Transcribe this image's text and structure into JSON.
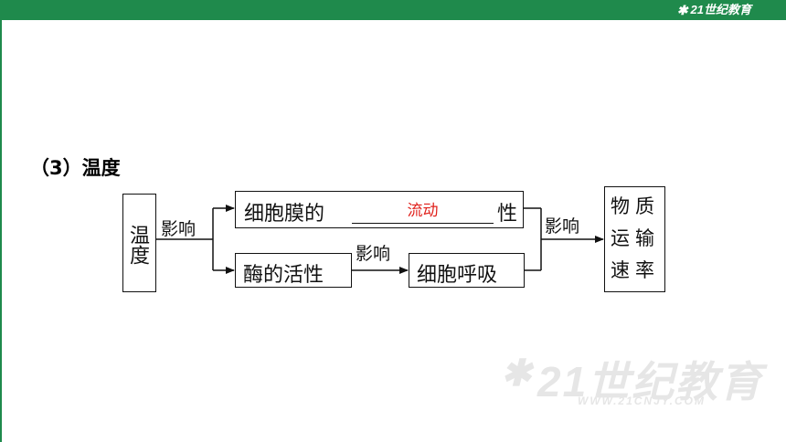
{
  "header": {
    "logo_text": "21世纪教育",
    "bar_color": "#1f8a4c"
  },
  "heading": "（3）温度",
  "diagram": {
    "source_box": "温度",
    "influence_label_1": "影响",
    "membrane": {
      "prefix": "细胞膜的",
      "answer": "流动",
      "suffix": "性",
      "answer_color": "#e0201b"
    },
    "enzyme": "酶的活性",
    "influence_label_2": "影响",
    "respiration": "细胞呼吸",
    "influence_label_3": "影响",
    "target_box": "物质运输速率"
  },
  "watermark": {
    "big": "21世纪教育",
    "small": "WWW.21CNJY.COM"
  }
}
